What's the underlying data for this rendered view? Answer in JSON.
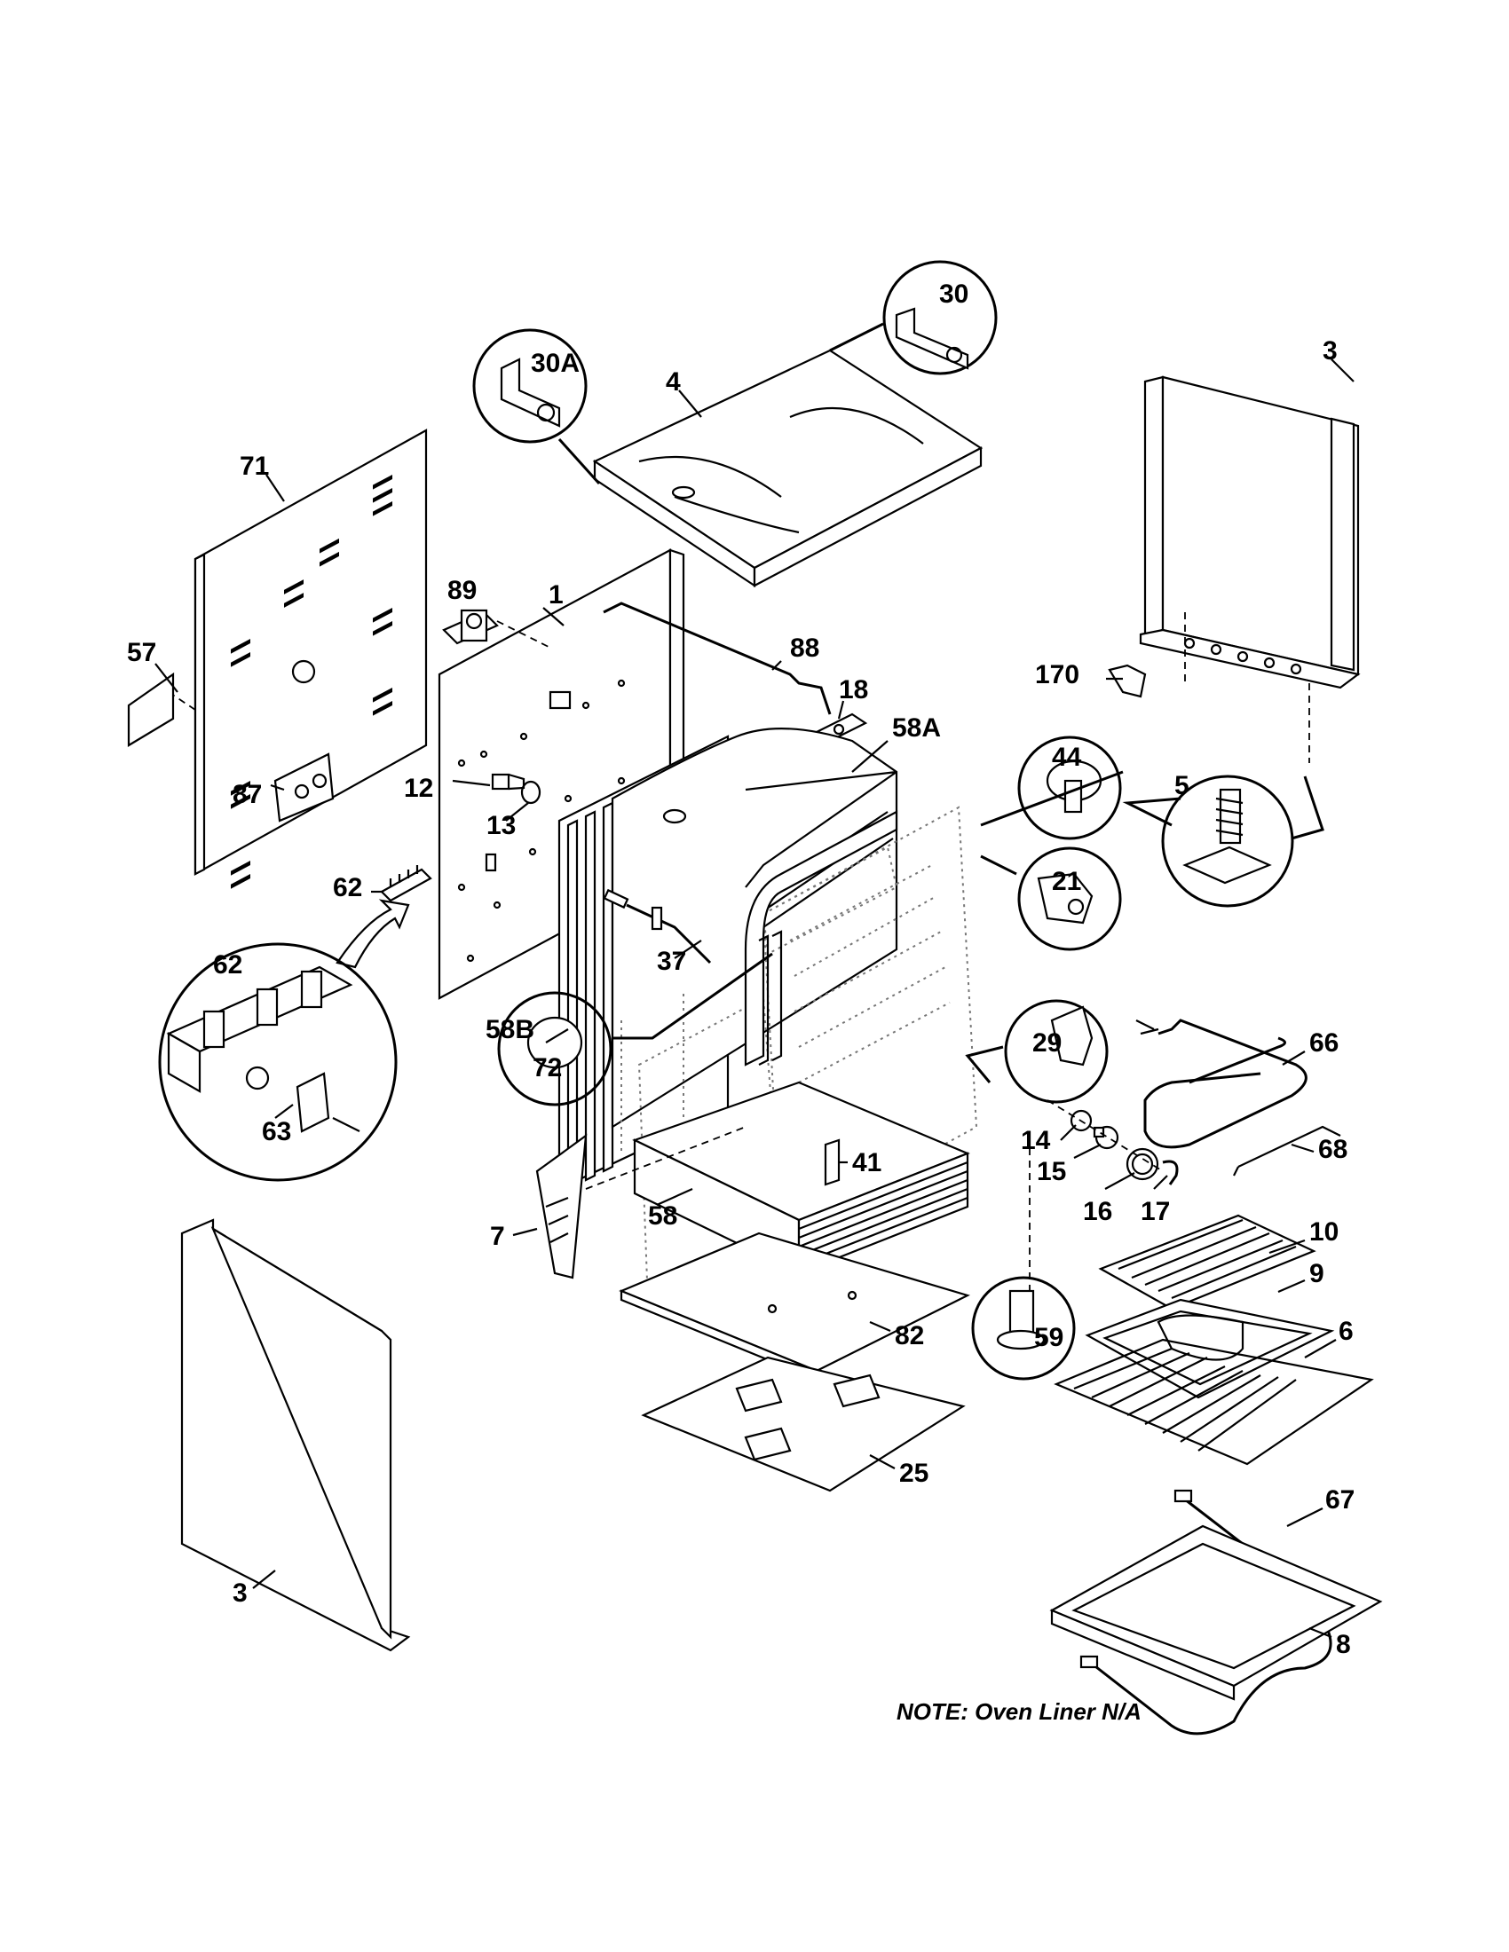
{
  "labels": {
    "l1": "1",
    "l3a": "3",
    "l3b": "3",
    "l4": "4",
    "l5": "5",
    "l6": "6",
    "l7": "7",
    "l8": "8",
    "l9": "9",
    "l10": "10",
    "l12": "12",
    "l13": "13",
    "l14": "14",
    "l15": "15",
    "l16": "16",
    "l17": "17",
    "l18": "18",
    "l21": "21",
    "l25": "25",
    "l29": "29",
    "l30": "30",
    "l30a": "30A",
    "l37": "37",
    "l41": "41",
    "l44": "44",
    "l57": "57",
    "l58": "58",
    "l58a": "58A",
    "l58b": "58B",
    "l59": "59",
    "l62a": "62",
    "l62b": "62",
    "l63": "63",
    "l66": "66",
    "l67": "67",
    "l68": "68",
    "l71": "71",
    "l72": "72",
    "l82": "82",
    "l87": "87",
    "l88": "88",
    "l89": "89",
    "l170": "170"
  },
  "note": "NOTE:  Oven Liner N/A"
}
